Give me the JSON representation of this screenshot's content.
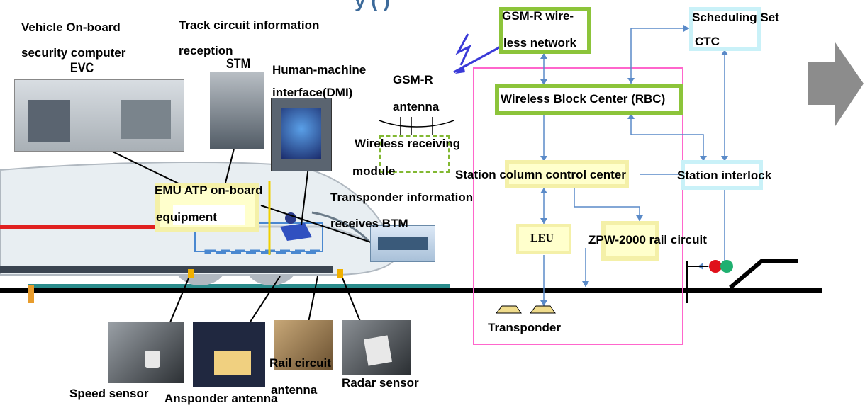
{
  "title_fragment": "y  (  )",
  "labels": {
    "evc_title": "Vehicle On-board",
    "evc_title2": "security computer",
    "evc": "EVC",
    "stm_title": "Track circuit information",
    "stm_title2": "reception",
    "stm": "STM",
    "dmi_1": "Human-machine",
    "dmi_2": "interface(DMI)",
    "antenna_1": "GSM-R",
    "antenna_2": "antenna",
    "wireless_1": "Wireless receiving",
    "wireless_2": "module",
    "atp_1": "EMU ATP on-board",
    "atp_2": "equipment",
    "btm_1": "Transponder information",
    "btm_2": "receives BTM",
    "speed": "Speed sensor",
    "ansponder": "Ansponder antenna",
    "railc_1": "Rail circuit",
    "railc_2": "antenna",
    "radar": "Radar sensor",
    "gsmr_net_1": "GSM-R wire-",
    "gsmr_net_2": "less network",
    "sched_1": "Scheduling Set",
    "sched_2": "CTC",
    "rbc": "Wireless Block Center (RBC)",
    "station_ctrl": "Station column control center",
    "interlock": "Station interlock",
    "leu": "LEU",
    "zpw": "ZPW-2000 rail circuit",
    "transponder": "Transponder"
  },
  "colors": {
    "green_border": "#92c83c",
    "yellow_fill": "#ffffcc",
    "cyan_border": "#c9f1f8",
    "magenta_frame": "#ff66cc",
    "connector_blue": "#5a8ac8",
    "signal_red": "#e0101a",
    "signal_green": "#20b070",
    "arrow_grey": "#8c8c8c",
    "lightning": "#3a3ad8"
  }
}
